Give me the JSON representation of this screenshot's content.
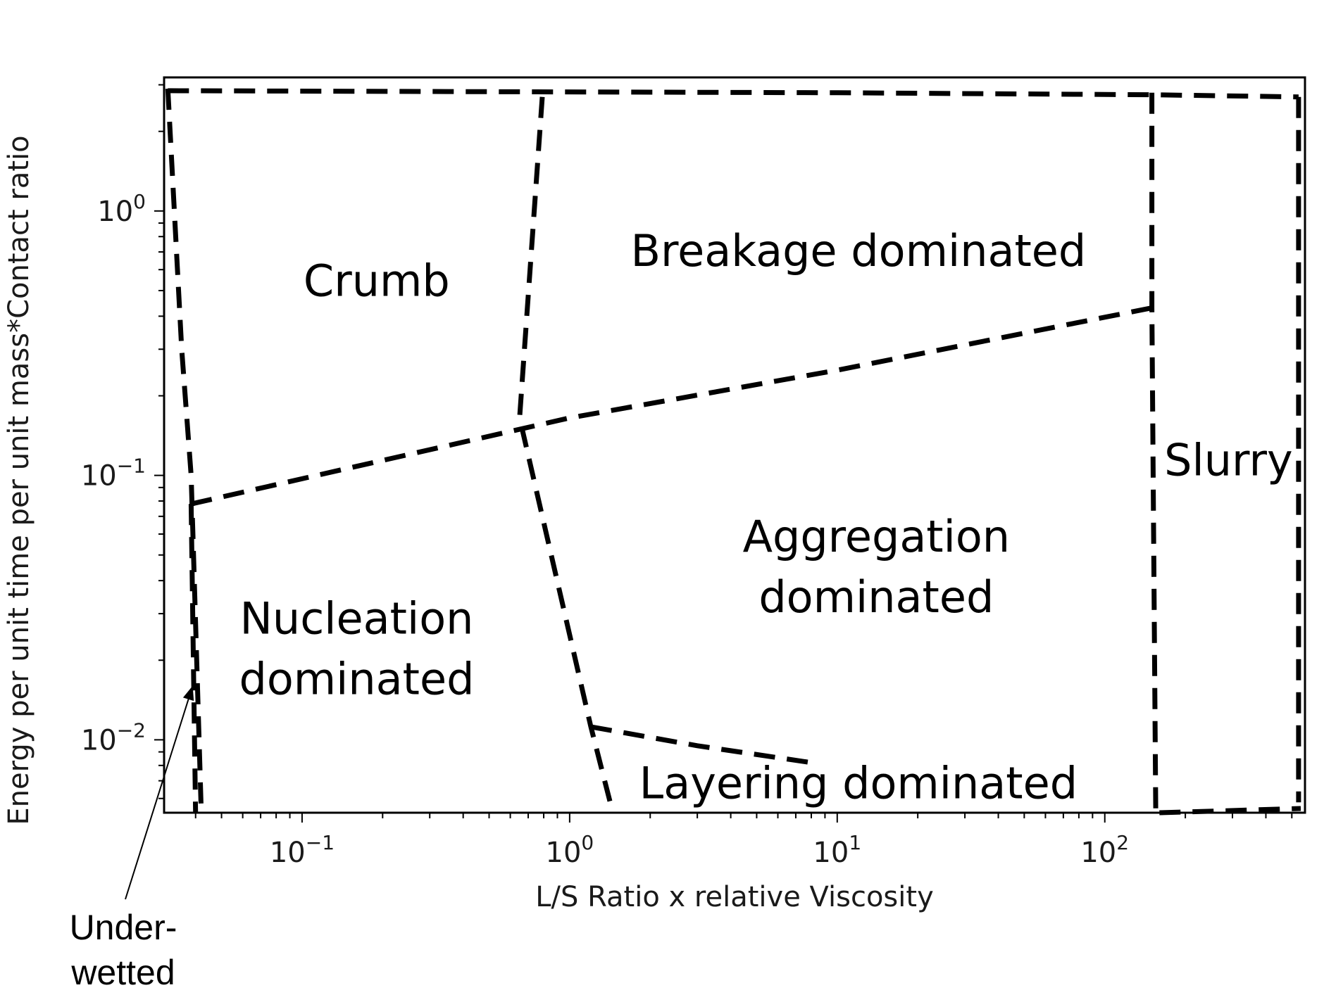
{
  "chart_data": {
    "type": "regime-map",
    "xlabel": "L/S Ratio x relative Viscosity",
    "ylabel": "Energy per unit time per unit mass*Contact ratio",
    "x_scale": "log",
    "y_scale": "log",
    "xlim": [
      0.0305,
      560
    ],
    "ylim": [
      0.0053,
      3.2
    ],
    "x_ticks": [
      {
        "value": 0.1,
        "base": "10",
        "exp": "−1"
      },
      {
        "value": 1,
        "base": "10",
        "exp": "0"
      },
      {
        "value": 10,
        "base": "10",
        "exp": "1"
      },
      {
        "value": 100,
        "base": "10",
        "exp": "2"
      }
    ],
    "y_ticks": [
      {
        "value": 1,
        "base": "10",
        "exp": "0"
      },
      {
        "value": 0.1,
        "base": "10",
        "exp": "−1"
      },
      {
        "value": 0.01,
        "base": "10",
        "exp": "−2"
      }
    ],
    "boundaries": [
      {
        "name": "outer-left-top",
        "points": [
          [
            0.0315,
            2.9
          ],
          [
            0.0355,
            0.3
          ],
          [
            0.0385,
            0.1
          ],
          [
            0.042,
            0.0053
          ]
        ]
      },
      {
        "name": "crumb-upper-edge",
        "points": [
          [
            0.0315,
            2.85
          ],
          [
            10,
            2.8
          ],
          [
            150,
            2.75
          ],
          [
            530,
            2.7
          ]
        ]
      },
      {
        "name": "nucleation-inner-edge",
        "points": [
          [
            0.0385,
            0.078
          ],
          [
            0.04,
            0.0053
          ]
        ]
      },
      {
        "name": "low-high-energy-divide",
        "points": [
          [
            0.0385,
            0.078
          ],
          [
            1,
            0.165
          ],
          [
            10,
            0.25
          ],
          [
            150,
            0.43
          ]
        ]
      },
      {
        "name": "crumb-breakage-divide",
        "points": [
          [
            0.79,
            2.7
          ],
          [
            0.65,
            0.165
          ],
          [
            1.2,
            0.0112
          ],
          [
            1.45,
            0.0053
          ]
        ]
      },
      {
        "name": "aggregation-layering-divide",
        "points": [
          [
            1.2,
            0.0112
          ],
          [
            3,
            0.0095
          ],
          [
            8,
            0.0082
          ]
        ]
      },
      {
        "name": "slurry-left-edge",
        "points": [
          [
            150,
            2.8
          ],
          [
            150,
            0.43
          ],
          [
            155,
            0.0053
          ]
        ]
      },
      {
        "name": "slurry-right-edge",
        "points": [
          [
            530,
            2.7
          ],
          [
            530,
            0.0058
          ]
        ]
      },
      {
        "name": "slurry-bottom-edge",
        "points": [
          [
            160,
            0.0053
          ],
          [
            540,
            0.0055
          ]
        ]
      }
    ],
    "regions": [
      {
        "label": "Crumb",
        "lines": [
          "Crumb"
        ],
        "x": 0.19,
        "y": 0.54
      },
      {
        "label": "Breakage dominated",
        "lines": [
          "Breakage dominated"
        ],
        "x": 12,
        "y": 0.7
      },
      {
        "label": "Slurry",
        "lines": [
          "Slurry"
        ],
        "x": 290,
        "y": 0.113
      },
      {
        "label": "Aggregation dominated",
        "lines": [
          "Aggregation",
          "dominated"
        ],
        "x": 14,
        "y": 0.045
      },
      {
        "label": "Nucleation dominated",
        "lines": [
          "Nucleation",
          "dominated"
        ],
        "x": 0.16,
        "y": 0.022
      },
      {
        "label": "Layering dominated",
        "lines": [
          "Layering dominated"
        ],
        "x": 12,
        "y": 0.0068
      }
    ],
    "annotation": {
      "lines": [
        "Under-",
        "wetted"
      ],
      "arrow_to": [
        0.039,
        0.016
      ]
    }
  }
}
